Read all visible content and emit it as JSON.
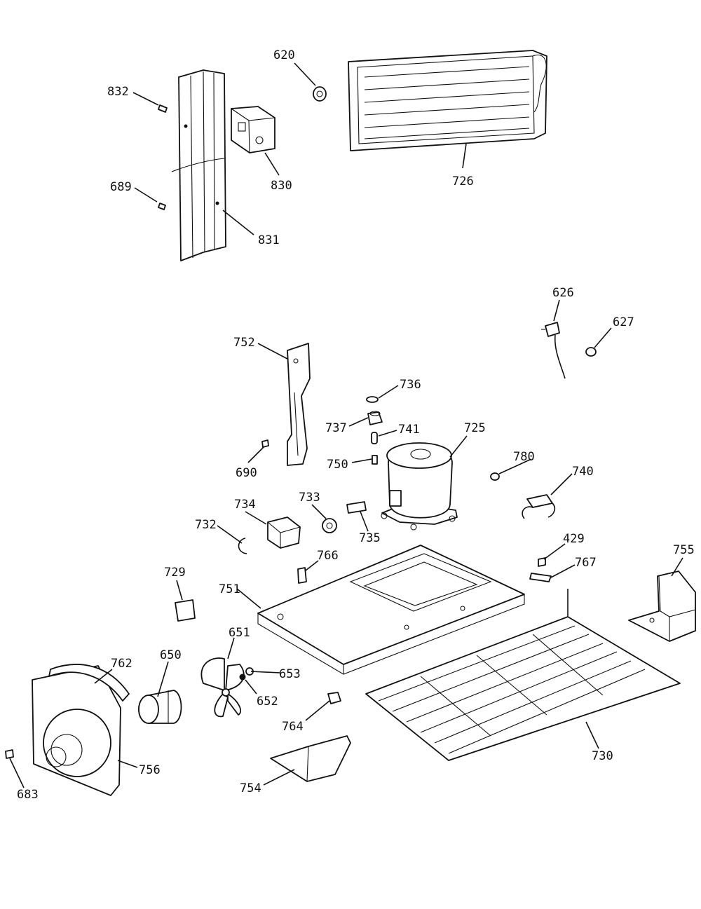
{
  "parts": [
    {
      "id": "p832",
      "label": "832"
    },
    {
      "id": "p620",
      "label": "620"
    },
    {
      "id": "p726",
      "label": "726"
    },
    {
      "id": "p830",
      "label": "830"
    },
    {
      "id": "p689",
      "label": "689"
    },
    {
      "id": "p831",
      "label": "831"
    },
    {
      "id": "p626",
      "label": "626"
    },
    {
      "id": "p627",
      "label": "627"
    },
    {
      "id": "p752",
      "label": "752"
    },
    {
      "id": "p736",
      "label": "736"
    },
    {
      "id": "p737",
      "label": "737"
    },
    {
      "id": "p741",
      "label": "741"
    },
    {
      "id": "p725",
      "label": "725"
    },
    {
      "id": "p750",
      "label": "750"
    },
    {
      "id": "p690",
      "label": "690"
    },
    {
      "id": "p780",
      "label": "780"
    },
    {
      "id": "p740",
      "label": "740"
    },
    {
      "id": "p734",
      "label": "734"
    },
    {
      "id": "p733",
      "label": "733"
    },
    {
      "id": "p732",
      "label": "732"
    },
    {
      "id": "p735",
      "label": "735"
    },
    {
      "id": "p429",
      "label": "429"
    },
    {
      "id": "p767",
      "label": "767"
    },
    {
      "id": "p766",
      "label": "766"
    },
    {
      "id": "p755",
      "label": "755"
    },
    {
      "id": "p729",
      "label": "729"
    },
    {
      "id": "p751",
      "label": "751"
    },
    {
      "id": "p651",
      "label": "651"
    },
    {
      "id": "p650",
      "label": "650"
    },
    {
      "id": "p762",
      "label": "762"
    },
    {
      "id": "p653",
      "label": "653"
    },
    {
      "id": "p652",
      "label": "652"
    },
    {
      "id": "p764",
      "label": "764"
    },
    {
      "id": "p730",
      "label": "730"
    },
    {
      "id": "p756",
      "label": "756"
    },
    {
      "id": "p754",
      "label": "754"
    },
    {
      "id": "p683",
      "label": "683"
    }
  ]
}
